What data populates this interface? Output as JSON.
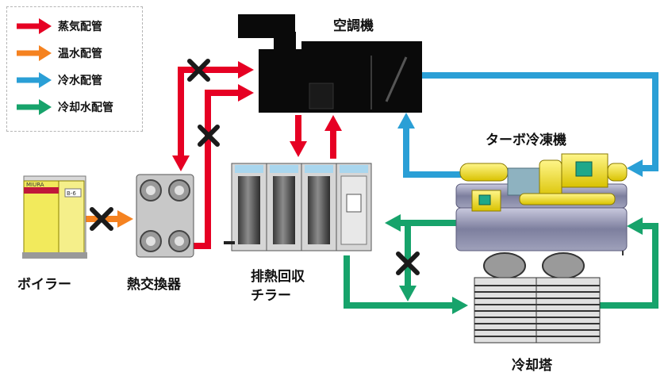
{
  "legend": {
    "steam": {
      "label": "蒸気配管",
      "color": "#e60023"
    },
    "hot": {
      "label": "温水配管",
      "color": "#f58220"
    },
    "cold": {
      "label": "冷水配管",
      "color": "#2a9fd6"
    },
    "cool": {
      "label": "冷却水配管",
      "color": "#17a36b"
    }
  },
  "nodes": {
    "aircon": {
      "label": "空調機"
    },
    "turbo": {
      "label": "ターボ冷凍機"
    },
    "boiler": {
      "label": "ボイラー",
      "brand": "MIURA",
      "model": "B-6"
    },
    "hex": {
      "label": "熱交換器"
    },
    "chiller": {
      "label_line1": "排熱回収",
      "label_line2": "チラー"
    },
    "tower": {
      "label": "冷却塔"
    }
  },
  "blocked_mark": "×"
}
